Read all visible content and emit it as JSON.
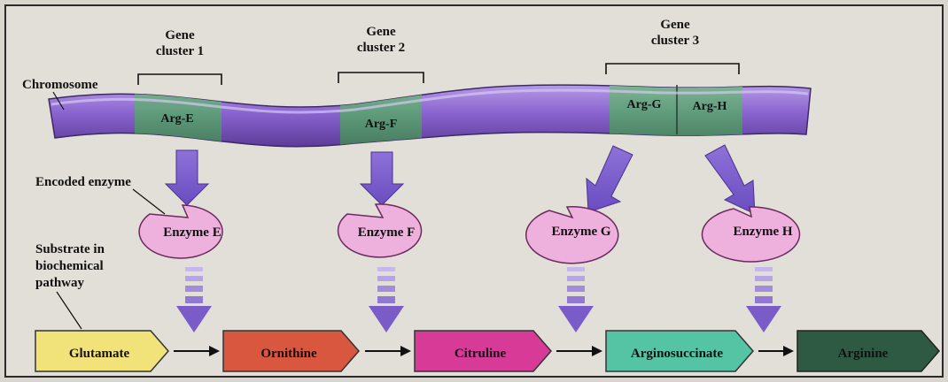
{
  "labels": {
    "chromosome": "Chromosome",
    "encoded_enzyme": "Encoded enzyme",
    "substrate_line1": "Substrate in",
    "substrate_line2": "biochemical",
    "substrate_line3": "pathway"
  },
  "clusters": [
    {
      "line1": "Gene",
      "line2": "cluster 1"
    },
    {
      "line1": "Gene",
      "line2": "cluster 2"
    },
    {
      "line1": "Gene",
      "line2": "cluster 3"
    }
  ],
  "genes": [
    "Arg-E",
    "Arg-F",
    "Arg-G",
    "Arg-H"
  ],
  "enzymes": [
    "Enzyme E",
    "Enzyme F",
    "Enzyme G",
    "Enzyme H"
  ],
  "pathway": [
    "Glutamate",
    "Ornithine",
    "Citruline",
    "Arginosuccinate",
    "Arginine"
  ],
  "colors": {
    "chromosome": "#8a64cf",
    "gene_segment": "#5e9a7a",
    "arrow": "#7a5cc8",
    "enzyme": "#eeb0dc",
    "glutamate": "#f2e27a",
    "ornithine": "#d9573f",
    "citruline": "#d83a98",
    "arginosuccinate": "#55c4a4",
    "arginine": "#2e5a44"
  }
}
